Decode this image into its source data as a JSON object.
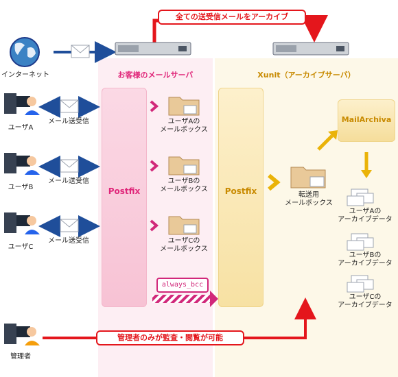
{
  "banner_top": "全ての送受信メールをアーカイブ",
  "banner_bottom": "管理者のみが監査・閲覧が可能",
  "internet": {
    "label": "インターネット"
  },
  "server_left": {
    "title": "お客様のメールサーバ",
    "col": "Postfix"
  },
  "server_right": {
    "title": "Xunit（アーカイブサーバ）",
    "col": "Postfix",
    "mailarchiva": "MailArchiva"
  },
  "users": [
    {
      "label": "ユーザA",
      "link": "メール送受信"
    },
    {
      "label": "ユーザB",
      "link": "メール送受信"
    },
    {
      "label": "ユーザC",
      "link": "メール送受信"
    }
  ],
  "admin": {
    "label": "管理者"
  },
  "mailboxes": [
    {
      "line1": "ユーザAの",
      "line2": "メールボックス"
    },
    {
      "line1": "ユーザBの",
      "line2": "メールボックス"
    },
    {
      "line1": "ユーザCの",
      "line2": "メールボックス"
    }
  ],
  "bcc": "always_bcc",
  "transfer_box": {
    "line1": "転送用",
    "line2": "メールボックス"
  },
  "archives": [
    {
      "line1": "ユーザAの",
      "line2": "アーカイブデータ"
    },
    {
      "line1": "ユーザBの",
      "line2": "アーカイブデータ"
    },
    {
      "line1": "ユーザCの",
      "line2": "アーカイブデータ"
    }
  ],
  "colors": {
    "red": "#e4161c",
    "blue": "#1f4e9a",
    "pink": "#d1287a",
    "gold": "#eab308"
  }
}
